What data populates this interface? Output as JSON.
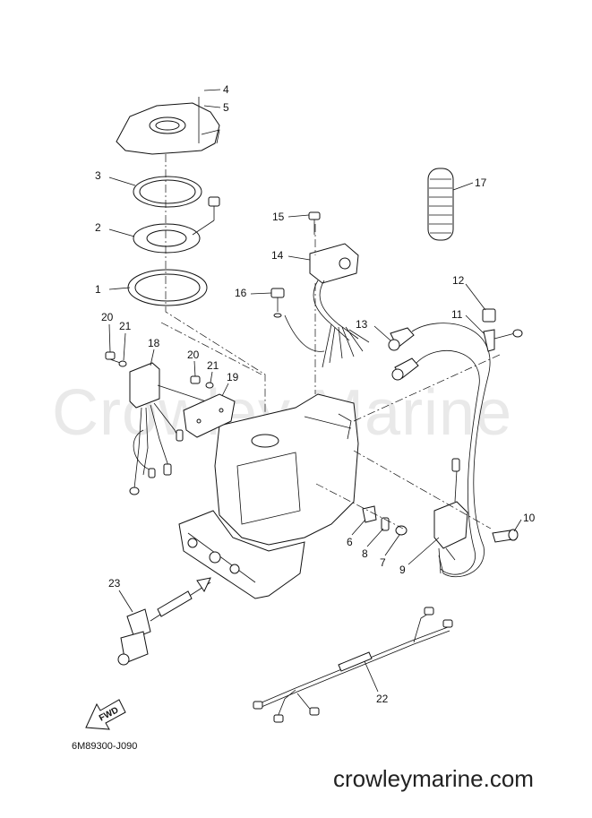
{
  "watermark": "Crowley Marine",
  "diagram_code": "6M89300-J090",
  "fwd_label": "FWD",
  "site_url": "crowleymarine.com",
  "callouts": [
    {
      "id": "1",
      "label": "1"
    },
    {
      "id": "2",
      "label": "2"
    },
    {
      "id": "3",
      "label": "3"
    },
    {
      "id": "4",
      "label": "4"
    },
    {
      "id": "5",
      "label": "5"
    },
    {
      "id": "6",
      "label": "6"
    },
    {
      "id": "7",
      "label": "7"
    },
    {
      "id": "8",
      "label": "8"
    },
    {
      "id": "9",
      "label": "9"
    },
    {
      "id": "10",
      "label": "10"
    },
    {
      "id": "11",
      "label": "11"
    },
    {
      "id": "12",
      "label": "12"
    },
    {
      "id": "13",
      "label": "13"
    },
    {
      "id": "14",
      "label": "14"
    },
    {
      "id": "15",
      "label": "15"
    },
    {
      "id": "16",
      "label": "16"
    },
    {
      "id": "17",
      "label": "17"
    },
    {
      "id": "18",
      "label": "18"
    },
    {
      "id": "19",
      "label": "19"
    },
    {
      "id": "20a",
      "label": "20"
    },
    {
      "id": "20b",
      "label": "20"
    },
    {
      "id": "21a",
      "label": "21"
    },
    {
      "id": "21b",
      "label": "21"
    },
    {
      "id": "22",
      "label": "22"
    },
    {
      "id": "23",
      "label": "23"
    }
  ]
}
